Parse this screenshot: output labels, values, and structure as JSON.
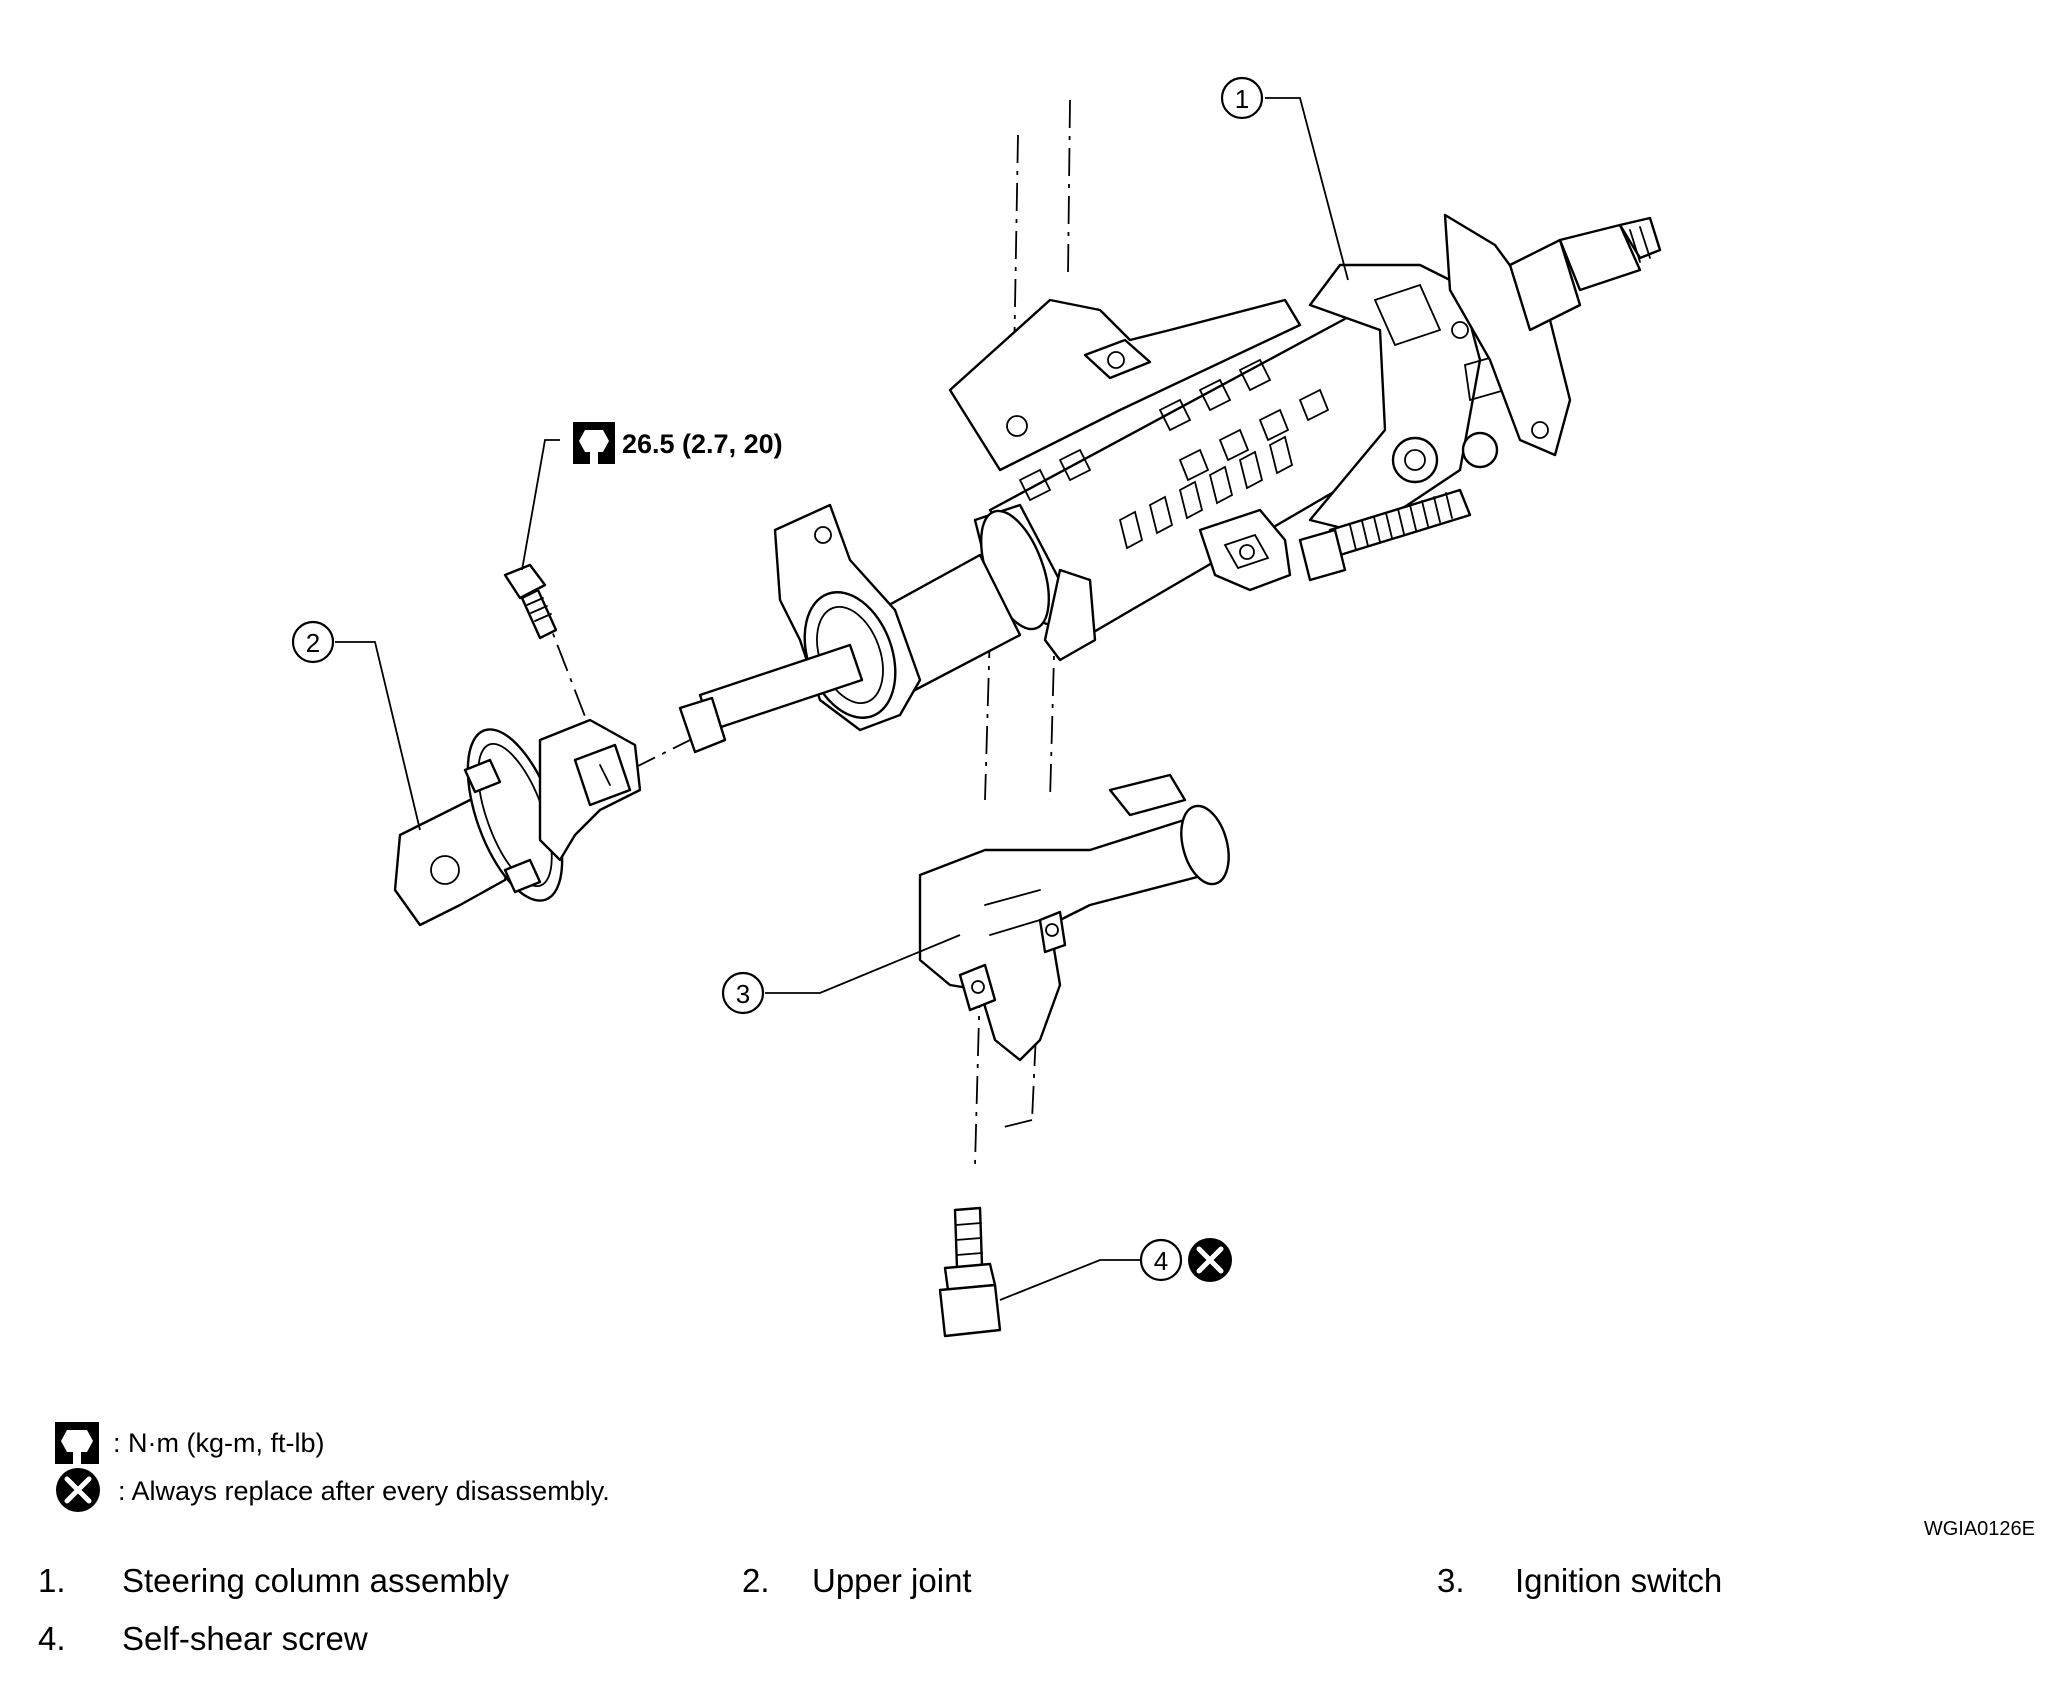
{
  "callouts": [
    "1",
    "2",
    "3",
    "4"
  ],
  "torque_spec": "26.5 (2.7, 20)",
  "legend": {
    "torque_unit": ": N·m (kg-m, ft-lb)",
    "replace_note": ": Always replace after every disassembly."
  },
  "figure_code": "WGIA0126E",
  "parts": [
    {
      "num": "1.",
      "name": "Steering column assembly"
    },
    {
      "num": "2.",
      "name": "Upper joint"
    },
    {
      "num": "3.",
      "name": "Ignition switch"
    },
    {
      "num": "4.",
      "name": "Self-shear screw"
    }
  ],
  "icons": {
    "torque": "torque-wrench-icon",
    "replace": "always-replace-icon"
  }
}
